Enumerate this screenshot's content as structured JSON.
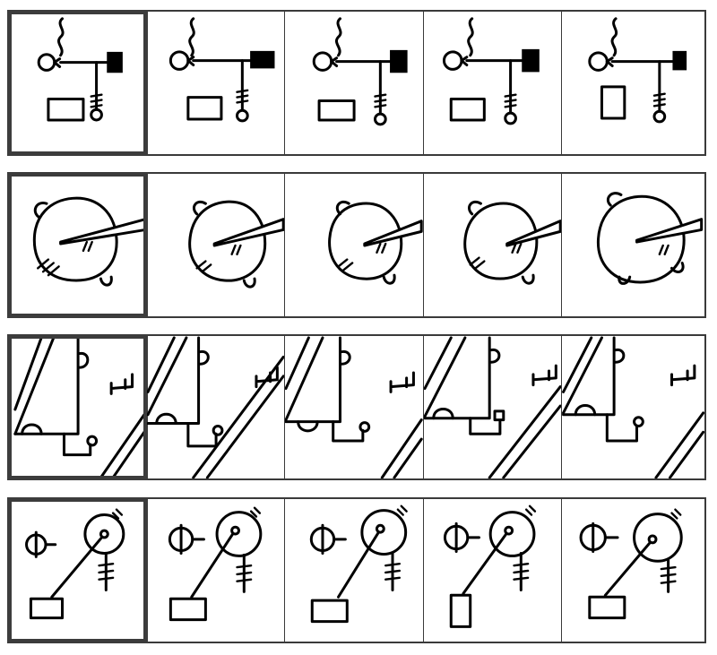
{
  "puzzle": {
    "rows": [
      {
        "pattern": "pendant-figure",
        "cells": 5,
        "reference_cell": 1
      },
      {
        "pattern": "wedge-circle",
        "cells": 5,
        "reference_cell": 1
      },
      {
        "pattern": "diagonal-block",
        "cells": 5,
        "reference_cell": 1
      },
      {
        "pattern": "two-circle-network",
        "cells": 5,
        "reference_cell": 1
      }
    ]
  }
}
